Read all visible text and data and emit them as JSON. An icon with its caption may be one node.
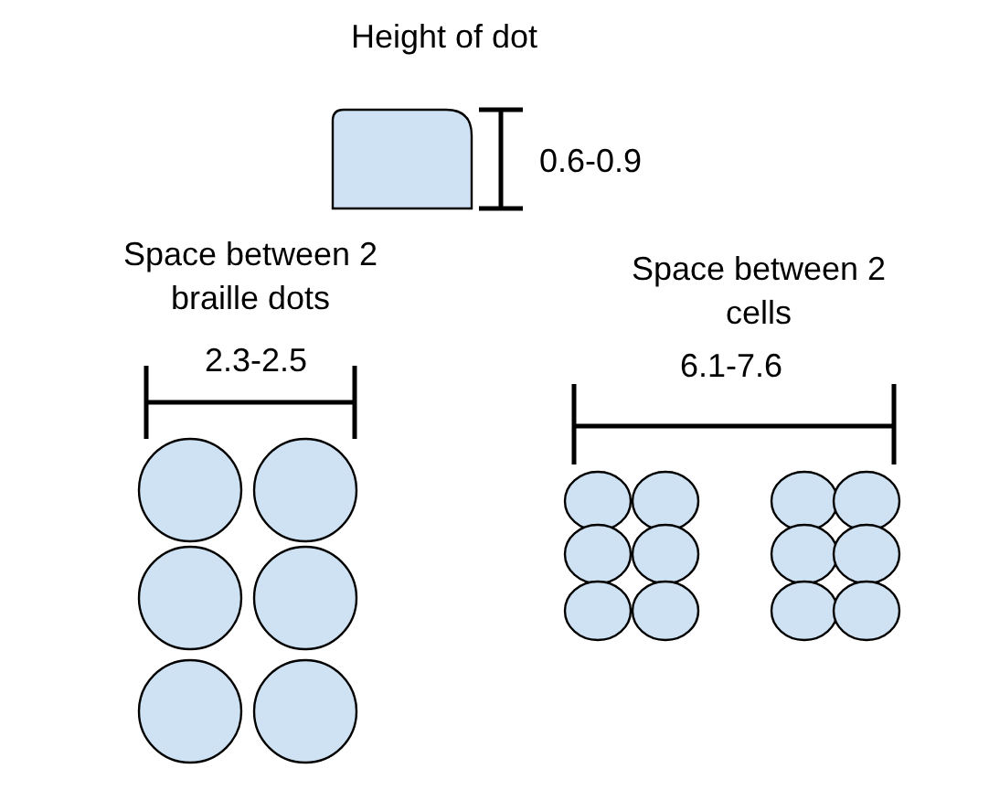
{
  "diagram": {
    "labels": [
      "Height of dot",
      "0.6-0.9",
      "Space between 2 braille dots",
      "2.3-2.5",
      "Space between 2 cells",
      "6.1-7.6"
    ]
  }
}
